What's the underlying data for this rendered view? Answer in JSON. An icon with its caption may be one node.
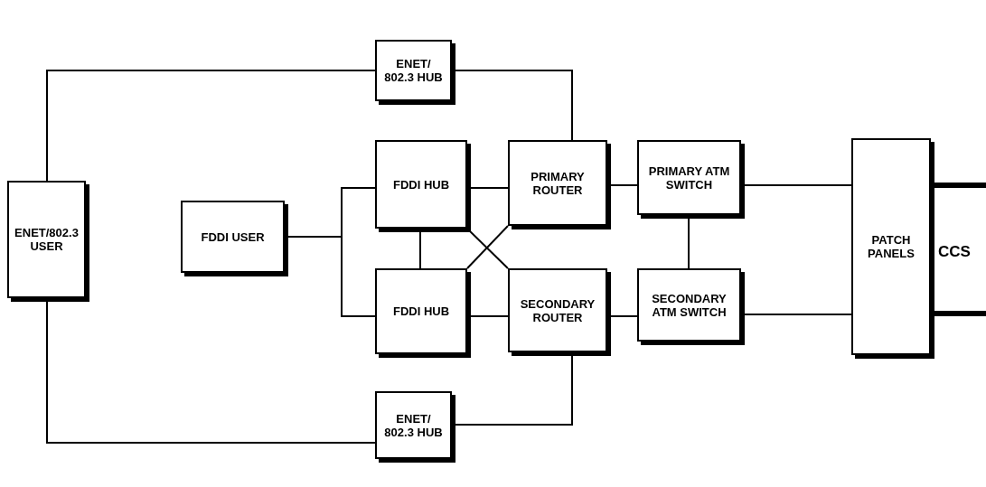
{
  "diagram": {
    "nodes": [
      {
        "text": [
          "ENET/802.3 USER"
        ]
      },
      {
        "text": [
          "FDDI USER"
        ]
      },
      {
        "text": [
          "ENET/ 802.3 HUB"
        ]
      },
      {
        "text": [
          "FDDI HUB"
        ]
      },
      {
        "text": [
          "PRIMARY ROUTER"
        ]
      },
      {
        "text": [
          "FDDI HUB"
        ]
      },
      {
        "text": [
          "SECONDARY ROUTER"
        ]
      },
      {
        "text": [
          "PRIMARY ATM SWITCH"
        ]
      },
      {
        "text": [
          "SECONDARY ATM SWITCH"
        ]
      },
      {
        "text": [
          "PATCH PANELS"
        ]
      },
      {
        "text": [
          "ENET/ 802.3 HUB"
        ]
      }
    ],
    "edges": [
      {
        "from": 0,
        "to": 2,
        "arrow": "none"
      },
      {
        "from": 2,
        "to": 4,
        "arrow": "none"
      },
      {
        "from": 0,
        "to": 10,
        "arrow": "none"
      },
      {
        "from": 10,
        "to": 6,
        "arrow": "none"
      },
      {
        "from": 1,
        "to": 3,
        "arrow": "none"
      },
      {
        "from": 1,
        "to": 5,
        "arrow": "none"
      },
      {
        "from": 3,
        "to": 4,
        "arrow": "none"
      },
      {
        "from": 5,
        "to": 6,
        "arrow": "none"
      },
      {
        "from": 3,
        "to": 5,
        "arrow": "none"
      },
      {
        "from": 3,
        "to": 6,
        "arrow": "none"
      },
      {
        "from": 5,
        "to": 4,
        "arrow": "none"
      },
      {
        "from": 4,
        "to": 7,
        "arrow": "none"
      },
      {
        "from": 6,
        "to": 8,
        "arrow": "none"
      },
      {
        "from": 7,
        "to": 8,
        "arrow": "none"
      },
      {
        "from": 7,
        "to": 9,
        "arrow": "none"
      },
      {
        "from": 8,
        "to": 9,
        "arrow": "none"
      },
      {
        "from": 9,
        "to": null,
        "arrow": "none",
        "style": "thick"
      },
      {
        "from": 9,
        "to": null,
        "arrow": "none",
        "style": "thick"
      }
    ],
    "labels": [
      "CCS"
    ]
  }
}
